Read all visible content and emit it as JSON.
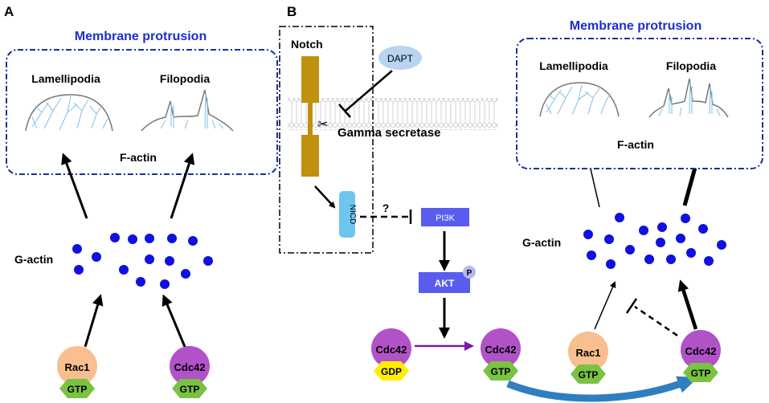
{
  "panel_a": {
    "letter": "A",
    "title": "Membrane protrusion",
    "lamellipodia": "Lamellipodia",
    "filopodia": "Filopodia",
    "factin": "F-actin",
    "gactin": "G-actin",
    "rac1": "Rac1",
    "cdc42": "Cdc42",
    "gtp": "GTP"
  },
  "panel_b": {
    "letter": "B",
    "notch": "Notch",
    "dapt": "DAPT",
    "gamma": "Gamma secretase",
    "nicd": "NICD",
    "question": "?",
    "pi3k": "PI3K",
    "akt": "AKT",
    "p": "P",
    "cdc42": "Cdc42",
    "gdp": "GDP",
    "gtp": "GTP",
    "rac1": "Rac1",
    "gactin": "G-actin",
    "title": "Membrane protrusion",
    "lamellipodia": "Lamellipodia",
    "filopodia": "Filopodia",
    "factin": "F-actin"
  },
  "colors": {
    "box_border": "#1a2f9e",
    "title_blue": "#1a2fd0",
    "gactin_dot": "#1010e0",
    "rac1": "#f9bf8f",
    "cdc42": "#b152c9",
    "gtp": "#7ac242",
    "gdp": "#ffee00",
    "notch": "#c0900f",
    "nicd": "#6ec5f0",
    "kinase": "#5a5cf0",
    "dapt": "#b8d4f0",
    "membrane": "#d8d8d8",
    "purple_arrow": "#7a1aa0",
    "curved_arrow": "#2f7fc0"
  }
}
